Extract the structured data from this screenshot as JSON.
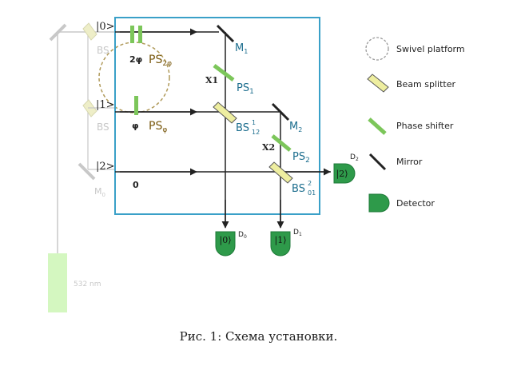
{
  "states": {
    "s0": "|0>",
    "s1": "|1>",
    "s2": "|2>"
  },
  "phases": {
    "two_phi": "2φ",
    "phi": "φ",
    "zero": "0"
  },
  "phase_shifters": {
    "ps_2phi": {
      "base": "PS",
      "sub": "2φ"
    },
    "ps_phi": {
      "base": "PS",
      "sub": "φ"
    },
    "ps1": {
      "base": "PS",
      "sub": "1"
    },
    "ps2": {
      "base": "PS",
      "sub": "2"
    }
  },
  "beam_splitters": {
    "bs_top": "BS",
    "bs_mid": "BS",
    "bs12": {
      "base": "BS",
      "sup": "1",
      "sub": "12"
    },
    "bs01": {
      "base": "BS",
      "sup": "2",
      "sub": "01"
    }
  },
  "mirrors": {
    "m1": {
      "base": "M",
      "sub": "1"
    },
    "m2": {
      "base": "M",
      "sub": "2"
    },
    "m0": {
      "base": "M",
      "sub": "0"
    }
  },
  "crossings": {
    "x1": "X1",
    "x2": "X2"
  },
  "detectors": {
    "d0": {
      "base": "D",
      "sub": "0",
      "ket": "|0⟩"
    },
    "d1": {
      "base": "D",
      "sub": "1",
      "ket": "|1⟩"
    },
    "d2": {
      "base": "D",
      "sub": "2",
      "ket": "|2⟩"
    }
  },
  "laser": {
    "label": "532 nm"
  },
  "legend": {
    "swivel": "Swivel platform",
    "beam_splitter": "Beam splitter",
    "phase_shifter": "Phase shifter",
    "mirror": "Mirror",
    "detector": "Detector"
  },
  "caption": "Рис. 1: Схема установки.",
  "colors": {
    "box": "#3aa0c8",
    "beam": "#222222",
    "phase_shifter": "#7cc65a",
    "beam_splitter_fill": "#eeeea0",
    "mirror": "#222222",
    "detector": "#2e9a4a",
    "faded": "#c8c8c8",
    "laser": "#d4f7c0",
    "swivel": "#b09a5a",
    "phase_label": "#7a5a10",
    "component_label": "#1d6e8e"
  }
}
